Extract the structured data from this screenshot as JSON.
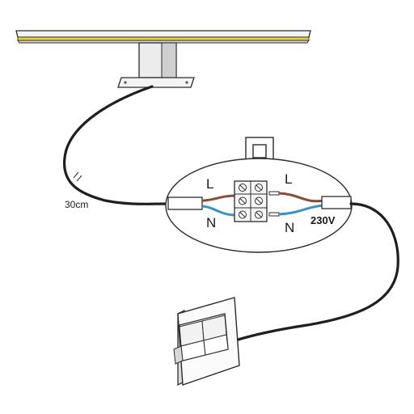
{
  "labels": {
    "cable_length": "30cm",
    "live_left": "L",
    "neutral_left": "N",
    "live_right": "L",
    "neutral_right": "N",
    "voltage": "230V"
  },
  "colors": {
    "outline": "#2b2b2b",
    "cable": "#1f1f1f",
    "led_strip": "#e8d33a",
    "lamp_body": "#f0f0f0",
    "live_wire": "#8a4a35",
    "neutral_wire": "#3a92c8",
    "terminal_block": "#f7f7f7",
    "switch_plate": "#fafafa"
  }
}
